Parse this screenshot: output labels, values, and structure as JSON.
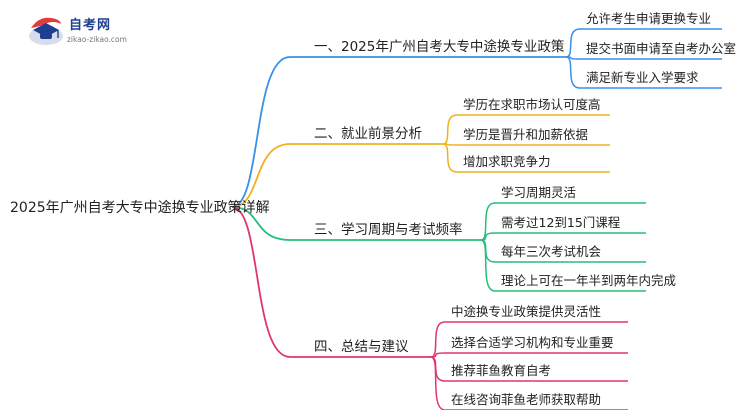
{
  "logo": {
    "name": "自考网",
    "url": "zikao-zikao.com"
  },
  "mindmap": {
    "root": "2025年广州自考大专中途换专业政策详解",
    "branches": [
      {
        "label": "一、2025年广州自考大专中途换专业政策",
        "color": "#3b8fe6",
        "children": [
          "允许考生申请更换专业",
          "提交书面申请至自考办公室",
          "满足新专业入学要求"
        ]
      },
      {
        "label": "二、就业前景分析",
        "color": "#f2b01e",
        "children": [
          "学历在求职市场认可度高",
          "学历是晋升和加薪依据",
          "增加求职竞争力"
        ]
      },
      {
        "label": "三、学习周期与考试频率",
        "color": "#22c07a",
        "children": [
          "学习周期灵活",
          "需考过12到15门课程",
          "每年三次考试机会",
          "理论上可在一年半到两年内完成"
        ]
      },
      {
        "label": "四、总结与建议",
        "color": "#e2356c",
        "children": [
          "中途换专业政策提供灵活性",
          "选择合适学习机构和专业重要",
          "推荐菲鱼教育自考",
          "在线咨询菲鱼老师获取帮助"
        ]
      }
    ]
  }
}
